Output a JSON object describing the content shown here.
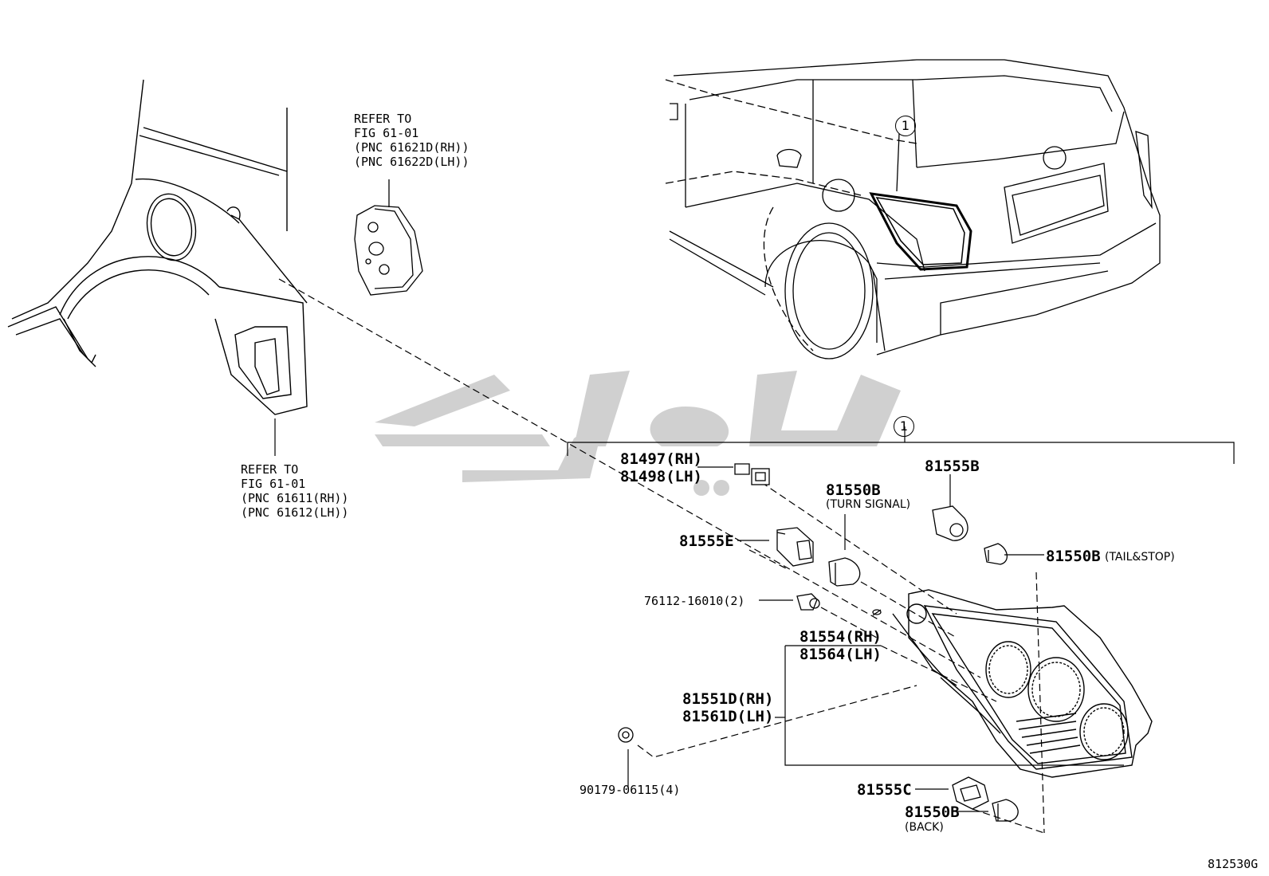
{
  "refer_top": {
    "line1": "REFER TO",
    "line2": "FIG 61-01",
    "line3": "(PNC 61621D(RH))",
    "line4": "(PNC 61622D(LH))"
  },
  "refer_bottom": {
    "line1": "REFER TO",
    "line2": "FIG 61-01",
    "line3": "(PNC 61611(RH))",
    "line4": "(PNC 61612(LH))"
  },
  "callout_marker": "1",
  "parts": {
    "p81497": "81497(RH)",
    "p81498": "81498(LH)",
    "p81555B": "81555B",
    "p81550B_turn": "81550B",
    "turn_signal": "(TURN SIGNAL)",
    "p81555E": "81555E",
    "p81550B_tail": "81550B",
    "tail_stop": "(TAIL&STOP)",
    "p76112": "76112-16010(2)",
    "p81554": "81554(RH)",
    "p81564": "81564(LH)",
    "p81551D": "81551D(RH)",
    "p81561D": "81561D(LH)",
    "p90179": "90179-06115(4)",
    "p81555C": "81555C",
    "p81550B_back": "81550B",
    "back": "(BACK)"
  },
  "figure_code": "812530G"
}
